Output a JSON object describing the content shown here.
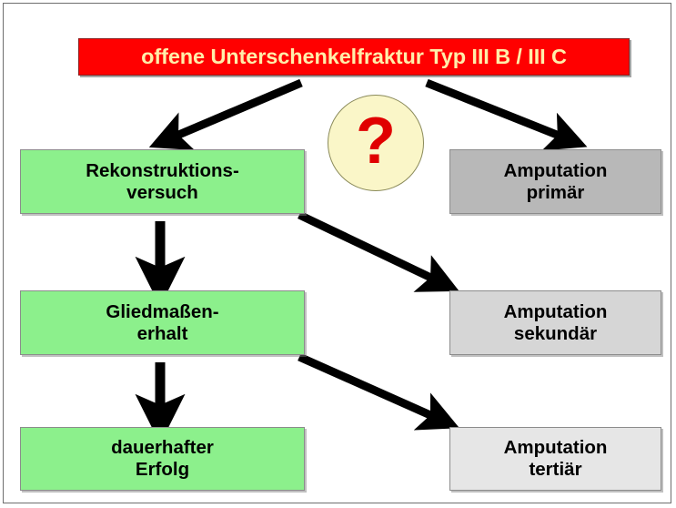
{
  "diagram": {
    "title_banner": {
      "label": "offene Unterschenkelfraktur Typ III B / III C",
      "bg_color": "#ff0000",
      "text_color": "#ffeeaa"
    },
    "decision_marker": {
      "symbol": "?",
      "circle_color": "#faf6c8",
      "symbol_color": "#e00000"
    },
    "nodes": [
      {
        "id": "rekonstruktion",
        "label": "Rekonstruktions-\nversuch",
        "color": "#8cf08c",
        "column": "left",
        "row": 1
      },
      {
        "id": "gliedmassen",
        "label": "Gliedmaßen-\nerhalt",
        "color": "#8cf08c",
        "column": "left",
        "row": 2
      },
      {
        "id": "erfolg",
        "label": "dauerhafter\nErfolg",
        "color": "#8cf08c",
        "column": "left",
        "row": 3
      },
      {
        "id": "amputation_primaer",
        "label": "Amputation\nprimär",
        "color": "#b8b8b8",
        "column": "right",
        "row": 1
      },
      {
        "id": "amputation_sekundaer",
        "label": "Amputation\nsekundär",
        "color": "#d6d6d6",
        "column": "right",
        "row": 2
      },
      {
        "id": "amputation_tertiaer",
        "label": "Amputation\ntertiär",
        "color": "#e6e6e6",
        "column": "right",
        "row": 3
      }
    ],
    "edges": [
      {
        "from": "title_banner",
        "to": "rekonstruktion",
        "style": "diagonal-left"
      },
      {
        "from": "title_banner",
        "to": "amputation_primaer",
        "style": "diagonal-right"
      },
      {
        "from": "rekonstruktion",
        "to": "gliedmassen",
        "style": "vertical"
      },
      {
        "from": "rekonstruktion",
        "to": "amputation_sekundaer",
        "style": "diagonal-right"
      },
      {
        "from": "gliedmassen",
        "to": "erfolg",
        "style": "vertical"
      },
      {
        "from": "gliedmassen",
        "to": "amputation_tertiaer",
        "style": "diagonal-right"
      }
    ],
    "arrow_color": "#000000",
    "border_color": "#6e6e6e",
    "background_color": "#ffffff"
  }
}
